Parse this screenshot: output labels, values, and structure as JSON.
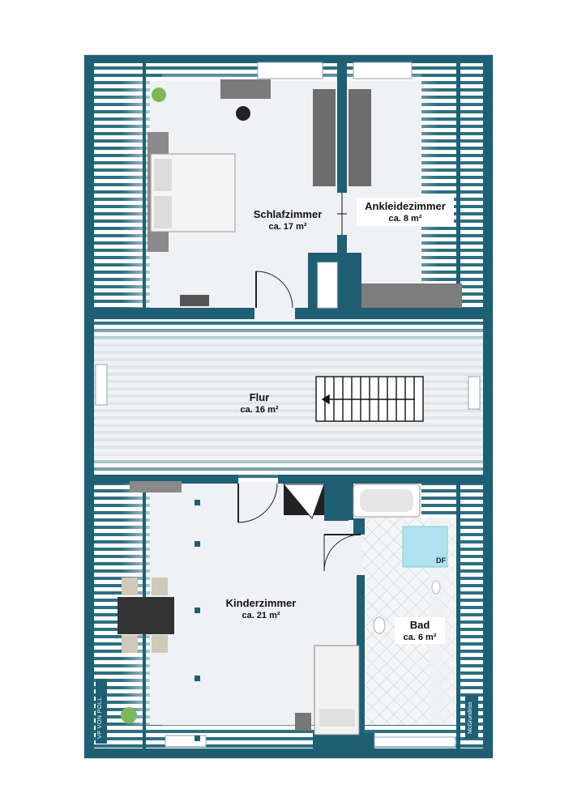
{
  "rooms": {
    "schlafzimmer": {
      "name": "Schlafzimmer",
      "area": "ca. 17 m²"
    },
    "ankleidezimmer": {
      "name": "Ankleidezimmer",
      "area": "ca. 8 m²"
    },
    "flur": {
      "name": "Flur",
      "area": "ca. 16 m²"
    },
    "kinderzimmer": {
      "name": "Kinderzimmer",
      "area": "ca. 21 m²"
    },
    "bad": {
      "name": "Bad",
      "area": "ca. 6 m²"
    }
  },
  "fixtures": {
    "df_label": "DF"
  },
  "branding": {
    "logo_text": "VP VON POLL",
    "credit": "McGrundriss"
  },
  "colors": {
    "wall": "#1f5f73",
    "floor": "#eff1f4",
    "slope": "#2e6e80"
  }
}
